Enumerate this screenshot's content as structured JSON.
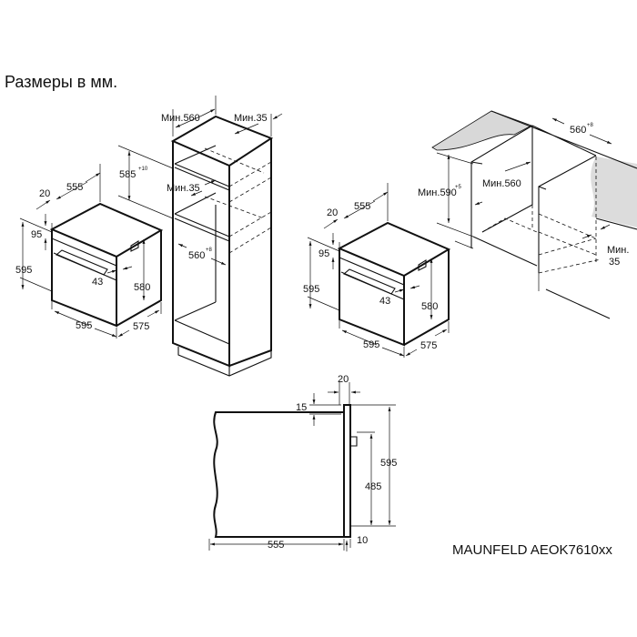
{
  "title": "Размеры в мм.",
  "model": "MAUNFELD AEOK7610xx",
  "oven_left": {
    "d20": "20",
    "d555": "555",
    "d95": "95",
    "d595h": "595",
    "d43": "43",
    "d580": "580",
    "d595w": "595",
    "d575": "575"
  },
  "tower": {
    "min560": "Мин.560",
    "min35top": "Мин.35",
    "d585": "585",
    "d585tol": "+10",
    "min35mid": "Мин.35",
    "d560": "560",
    "d560tol": "+8"
  },
  "oven_right": {
    "d20": "20",
    "d555": "555",
    "d95": "95",
    "d595h": "595",
    "d43": "43",
    "d580": "580",
    "d595w": "595",
    "d575": "575"
  },
  "niche": {
    "d560": "560",
    "d560tol": "+8",
    "min590": "Мин.590",
    "min590tol": "+5",
    "min560": "Мин.560",
    "min35a": "Мин.",
    "min35b": "35"
  },
  "side": {
    "d20": "20",
    "d15": "15",
    "d595": "595",
    "d485": "485",
    "d555": "555",
    "d10": "10"
  }
}
